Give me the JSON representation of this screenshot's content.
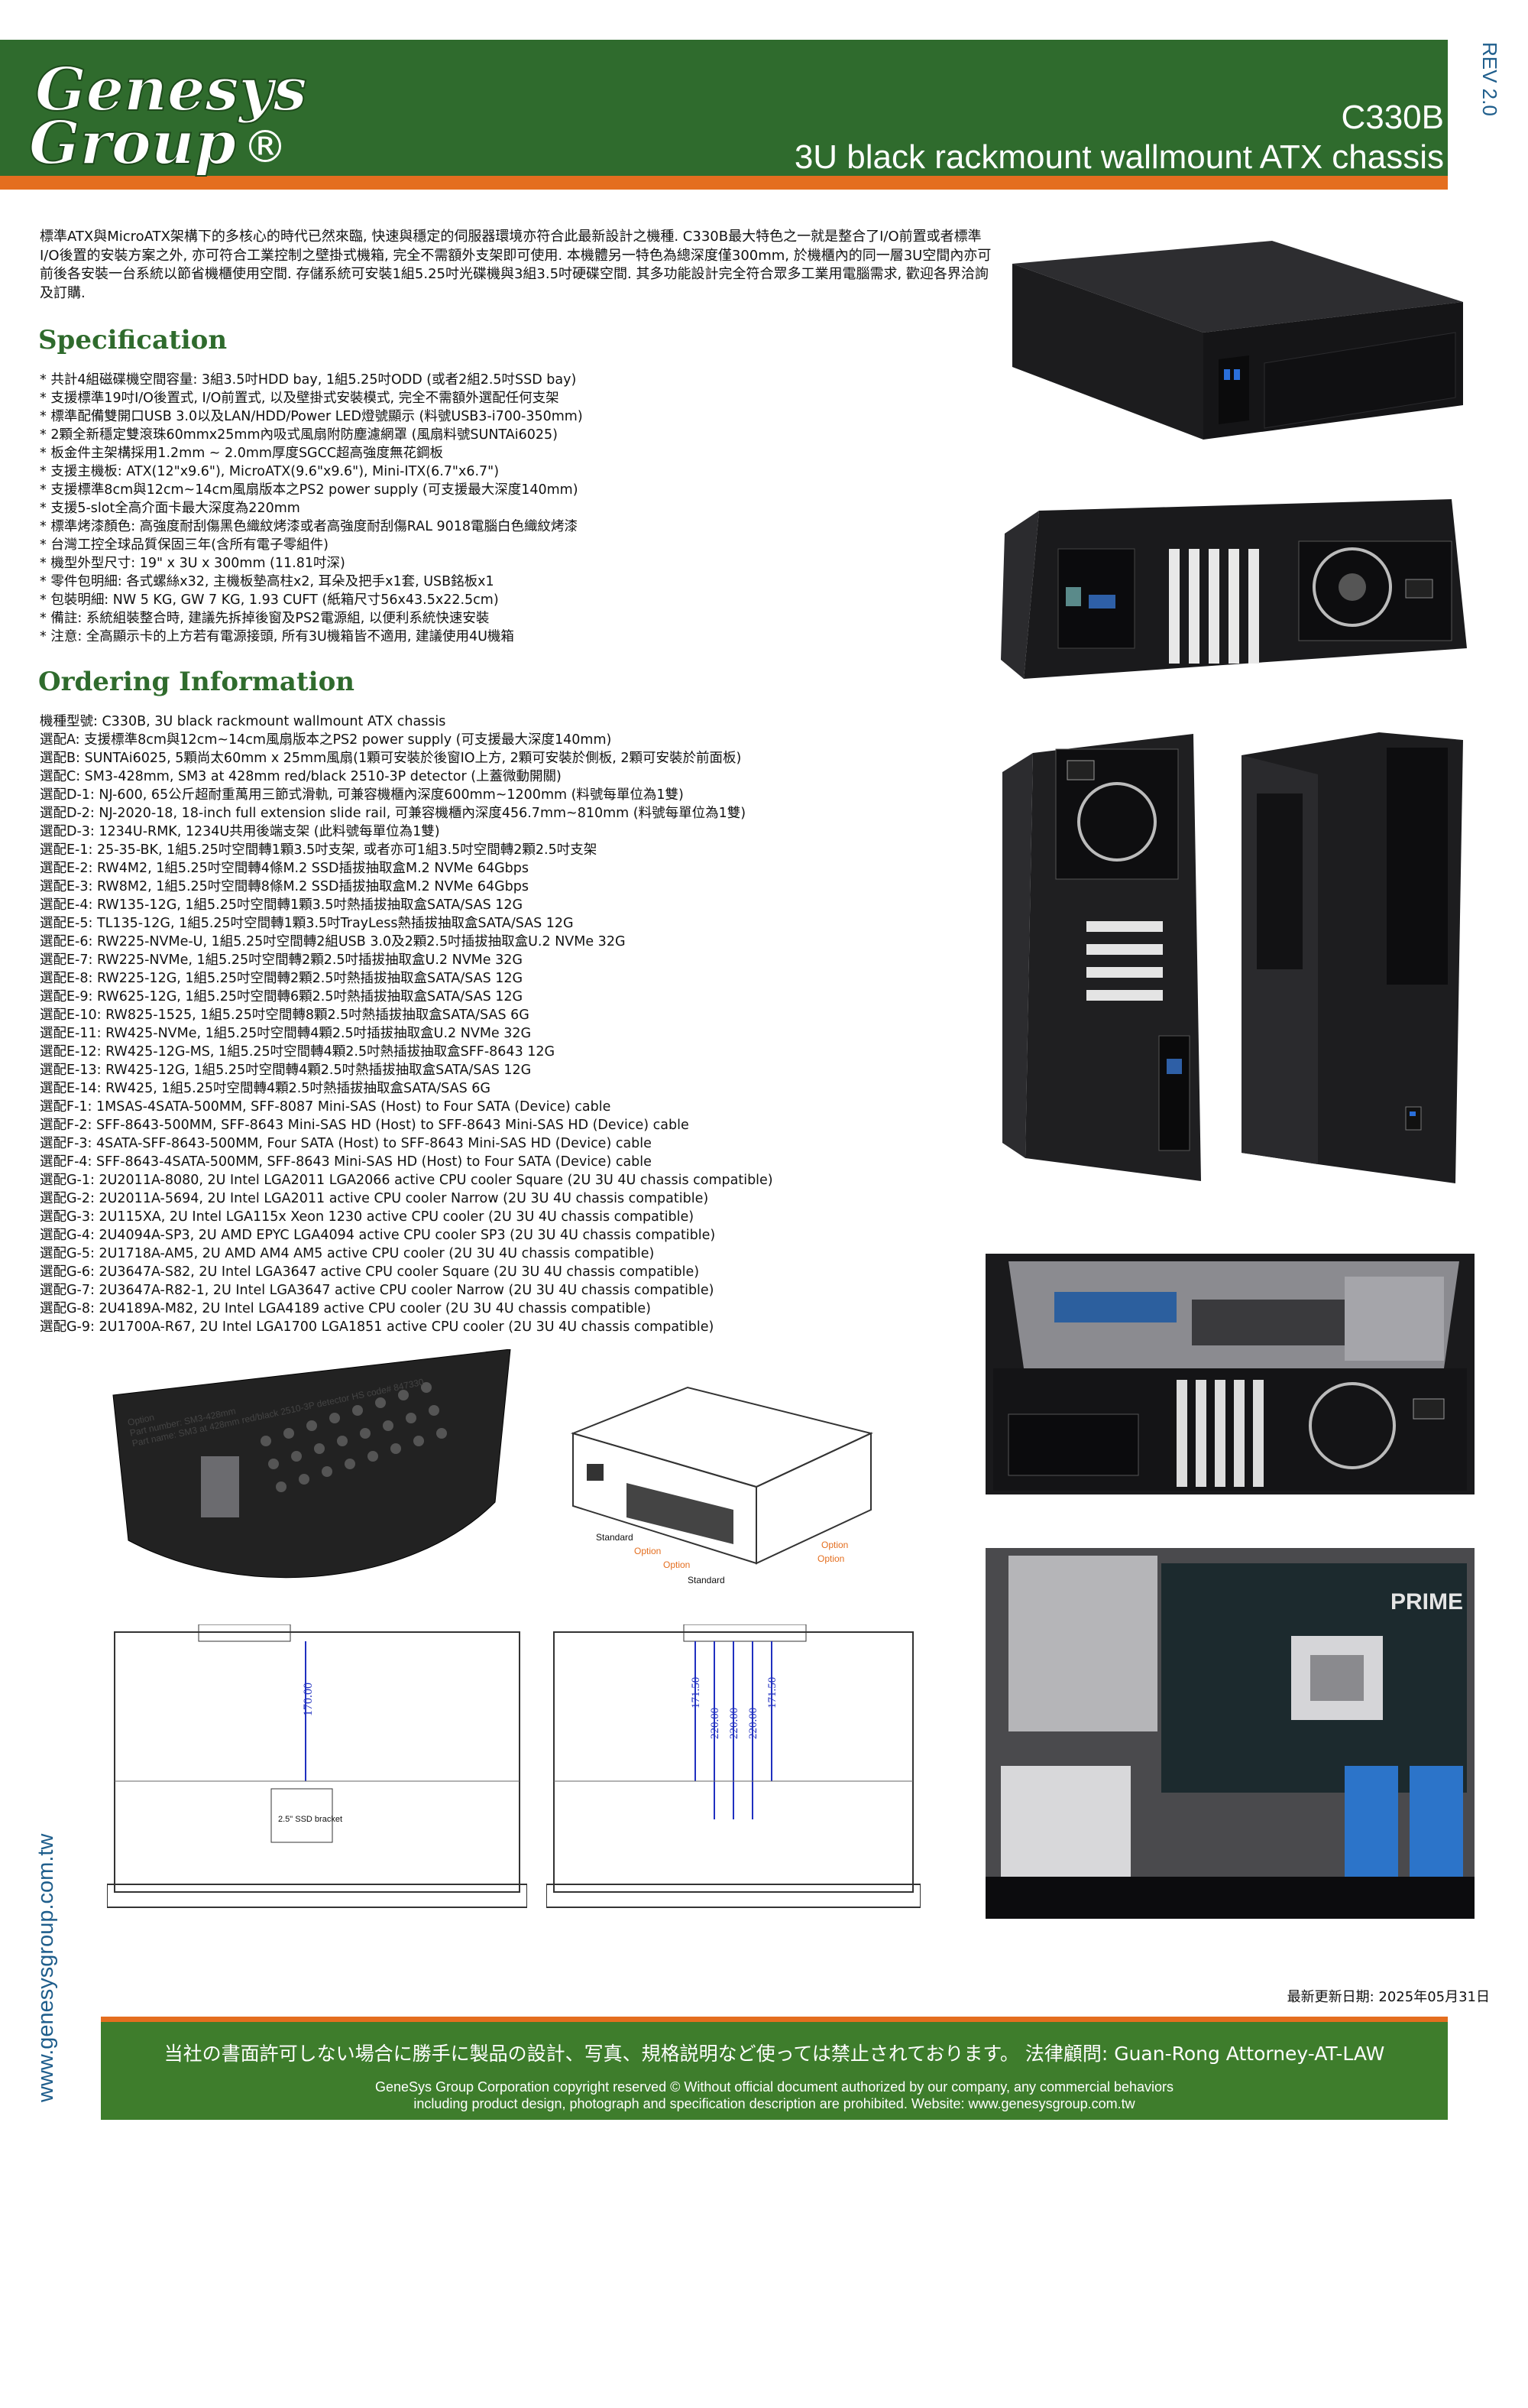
{
  "header": {
    "logo_line1": "Genesys",
    "logo_line2": "Group",
    "logo_mark": "®",
    "model_code": "C330B",
    "model_name": "3U black rackmount wallmount ATX chassis",
    "revision": "REV 2.0"
  },
  "intro": "標準ATX與MicroATX架構下的多核心的時代已然來臨, 快速與穩定的伺服器環境亦符合此最新設計之機種. C330B最大特色之一就是整合了I/O前置或者標準I/O後置的安裝方案之外, 亦可符合工業控制之壁掛式機箱, 完全不需額外支架即可使用. 本機體另一特色為總深度僅300mm, 於機櫃內的同一層3U空間內亦可前後各安裝一台系統以節省機櫃使用空間. 存儲系統可安裝1組5.25吋光碟機與3組3.5吋硬碟空間. 其多功能設計完全符合眾多工業用電腦需求, 歡迎各界洽詢及訂購.",
  "specification": {
    "title": "Specification",
    "items": [
      "* 共計4組磁碟機空間容量: 3組3.5吋HDD bay, 1組5.25吋ODD (或者2組2.5吋SSD bay)",
      "* 支援標準19吋I/O後置式, I/O前置式, 以及壁掛式安裝模式, 完全不需額外選配任何支架",
      "* 標準配備雙開口USB 3.0以及LAN/HDD/Power LED燈號顯示 (料號USB3-i700-350mm)",
      "* 2顆全新穩定雙滾珠60mmx25mm內吸式風扇附防塵濾網罩 (風扇料號SUNTAi6025)",
      "* 板金件主架構採用1.2mm ~ 2.0mm厚度SGCC超高強度無花鋼板",
      "* 支援主機板: ATX(12\"x9.6\"), MicroATX(9.6\"x9.6\"), Mini-ITX(6.7\"x6.7\")",
      "* 支援標準8cm與12cm~14cm風扇版本之PS2 power supply (可支援最大深度140mm)",
      "* 支援5-slot全高介面卡最大深度為220mm",
      "* 標準烤漆顏色: 高強度耐刮傷黑色織紋烤漆或者高強度耐刮傷RAL 9018電腦白色織紋烤漆",
      "* 台灣工控全球品質保固三年(含所有電子零組件)",
      "* 機型外型尺寸: 19\" x 3U x 300mm (11.81吋深)",
      "* 零件包明細: 各式螺絲x32, 主機板墊高柱x2, 耳朵及把手x1套, USB銘板x1",
      "* 包裝明細: NW 5 KG, GW 7 KG, 1.93 CUFT (紙箱尺寸56x43.5x22.5cm)",
      "* 備註: 系統組裝整合時, 建議先拆掉後窗及PS2電源組, 以便利系統快速安裝",
      "* 注意: 全高顯示卡的上方若有電源接頭, 所有3U機箱皆不適用, 建議使用4U機箱"
    ]
  },
  "ordering": {
    "title": "Ordering Information",
    "items": [
      "機種型號: C330B, 3U black rackmount wallmount ATX chassis",
      "選配A: 支援標準8cm與12cm~14cm風扇版本之PS2 power supply (可支援最大深度140mm)",
      "選配B: SUNTAi6025, 5顆尚太60mm x 25mm風扇(1顆可安裝於後窗IO上方, 2顆可安裝於側板, 2顆可安裝於前面板)",
      "選配C: SM3-428mm, SM3 at 428mm red/black 2510-3P detector (上蓋微動開關)",
      "選配D-1: NJ-600, 65公斤超耐重萬用三節式滑軌, 可兼容機櫃內深度600mm~1200mm (料號每單位為1雙)",
      "選配D-2: NJ-2020-18, 18-inch full extension slide rail, 可兼容機櫃內深度456.7mm~810mm (料號每單位為1雙)",
      "選配D-3: 1234U-RMK, 1234U共用後端支架 (此料號每單位為1雙)",
      "選配E-1: 25-35-BK, 1組5.25吋空間轉1顆3.5吋支架, 或者亦可1組3.5吋空間轉2顆2.5吋支架",
      "選配E-2: RW4M2, 1組5.25吋空間轉4條M.2 SSD插拔抽取盒M.2 NVMe 64Gbps",
      "選配E-3: RW8M2, 1組5.25吋空間轉8條M.2 SSD插拔抽取盒M.2 NVMe 64Gbps",
      "選配E-4: RW135-12G, 1組5.25吋空間轉1顆3.5吋熱插拔抽取盒SATA/SAS 12G",
      "選配E-5: TL135-12G, 1組5.25吋空間轉1顆3.5吋TrayLess熱插拔抽取盒SATA/SAS 12G",
      "選配E-6: RW225-NVMe-U, 1組5.25吋空間轉2組USB 3.0及2顆2.5吋插拔抽取盒U.2 NVMe 32G",
      "選配E-7: RW225-NVMe, 1組5.25吋空間轉2顆2.5吋插拔抽取盒U.2 NVMe 32G",
      "選配E-8: RW225-12G, 1組5.25吋空間轉2顆2.5吋熱插拔抽取盒SATA/SAS 12G",
      "選配E-9: RW625-12G, 1組5.25吋空間轉6顆2.5吋熱插拔抽取盒SATA/SAS 12G",
      "選配E-10: RW825-1525, 1組5.25吋空間轉8顆2.5吋熱插拔抽取盒SATA/SAS 6G",
      "選配E-11: RW425-NVMe, 1組5.25吋空間轉4顆2.5吋插拔抽取盒U.2 NVMe 32G",
      "選配E-12: RW425-12G-MS, 1組5.25吋空間轉4顆2.5吋熱插拔抽取盒SFF-8643 12G",
      "選配E-13: RW425-12G, 1組5.25吋空間轉4顆2.5吋熱插拔抽取盒SATA/SAS 12G",
      "選配E-14: RW425, 1組5.25吋空間轉4顆2.5吋熱插拔抽取盒SATA/SAS 6G",
      "選配F-1: 1MSAS-4SATA-500MM, SFF-8087 Mini-SAS (Host) to Four SATA (Device) cable",
      "選配F-2: SFF-8643-500MM, SFF-8643 Mini-SAS HD (Host) to SFF-8643 Mini-SAS HD (Device) cable",
      "選配F-3: 4SATA-SFF-8643-500MM, Four SATA (Host) to SFF-8643 Mini-SAS HD (Device) cable",
      "選配F-4: SFF-8643-4SATA-500MM, SFF-8643 Mini-SAS HD (Host) to Four SATA (Device) cable",
      "選配G-1: 2U2011A-8080, 2U Intel LGA2011 LGA2066 active CPU cooler Square (2U 3U 4U chassis compatible)",
      "選配G-2: 2U2011A-5694, 2U Intel LGA2011 active CPU cooler Narrow (2U 3U 4U chassis compatible)",
      "選配G-3: 2U115XA, 2U Intel LGA115x Xeon 1230 active CPU cooler (2U 3U 4U chassis compatible)",
      "選配G-4: 2U4094A-SP3, 2U AMD EPYC LGA4094 active CPU cooler SP3 (2U 3U 4U chassis compatible)",
      "選配G-5: 2U1718A-AM5, 2U AMD AM4 AM5 active CPU cooler (2U 3U 4U chassis compatible)",
      "選配G-6: 2U3647A-S82, 2U Intel LGA3647 active CPU cooler Square (2U 3U 4U chassis compatible)",
      "選配G-7: 2U3647A-R82-1, 2U Intel LGA3647 active CPU cooler Narrow (2U 3U 4U chassis compatible)",
      "選配G-8: 2U4189A-M82, 2U Intel LGA4189 active CPU cooler (2U 3U 4U chassis compatible)",
      "選配G-9: 2U1700A-R67, 2U Intel LGA1700 LGA1851 active CPU cooler (2U 3U 4U chassis compatible)"
    ]
  },
  "figures": {
    "switch_option_line1": "Option",
    "switch_option_line2": "Part number: SM3-428mm",
    "switch_option_line3": "Part name: SM3 at 428mm red/black 2510-3P detector HS code# 847330",
    "iso_labels": [
      "Standard",
      "Option",
      "Option",
      "Standard",
      "Option",
      "Option"
    ],
    "drawing1_dim": "170.00",
    "drawing1_bracket": "2.5\" SSD bracket",
    "drawing2_dims": [
      "171.50",
      "220.00",
      "220.00",
      "220.00",
      "171.50"
    ],
    "motherboard_brand": "PRIME"
  },
  "updated": "最新更新日期: 2025年05月31日",
  "footer": {
    "line1": "当社の書面許可しない場合に勝手に製品の設計、写真、規格説明など使っては禁止されております。 法律顧問: Guan-Rong Attorney-AT-LAW",
    "line2": "GeneSys Group Corporation copyright reserved ©   Without official document authorized by our company, any commercial behaviors",
    "line3": "including product design, photograph and specification description are prohibited. Website: www.genesysgroup.com.tw"
  },
  "website": "www.genesysgroup.com.tw",
  "colors": {
    "brand_green": "#2f6b2d",
    "accent_orange": "#e46e1f",
    "footer_green": "#3e7d2c",
    "rev_blue": "#1f5e8c"
  }
}
